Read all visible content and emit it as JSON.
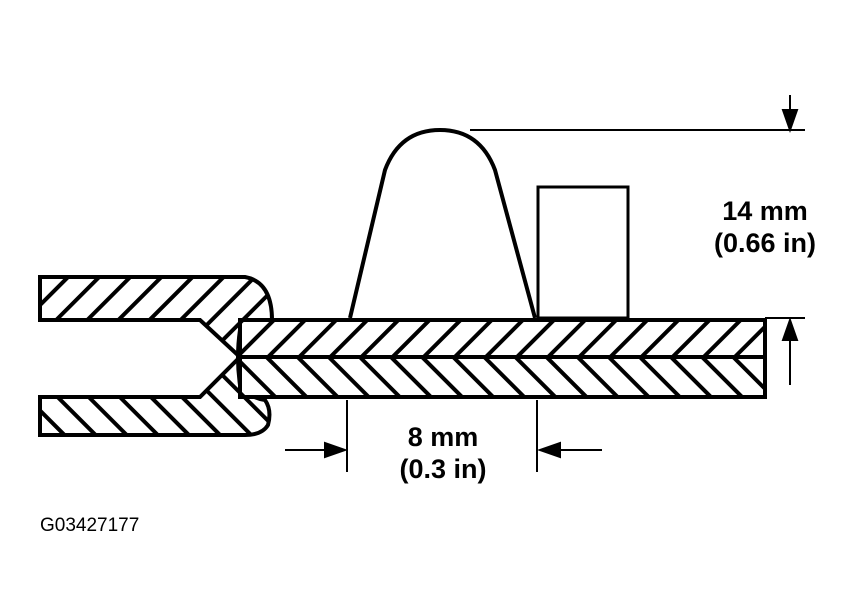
{
  "dimensions": {
    "height_mm": "14 mm",
    "height_in": "(0.66 in)",
    "width_mm": "8 mm",
    "width_in": "(0.3 in)"
  },
  "figure_id": "G03427177",
  "colors": {
    "ink": "#000000",
    "background": "#ffffff"
  }
}
